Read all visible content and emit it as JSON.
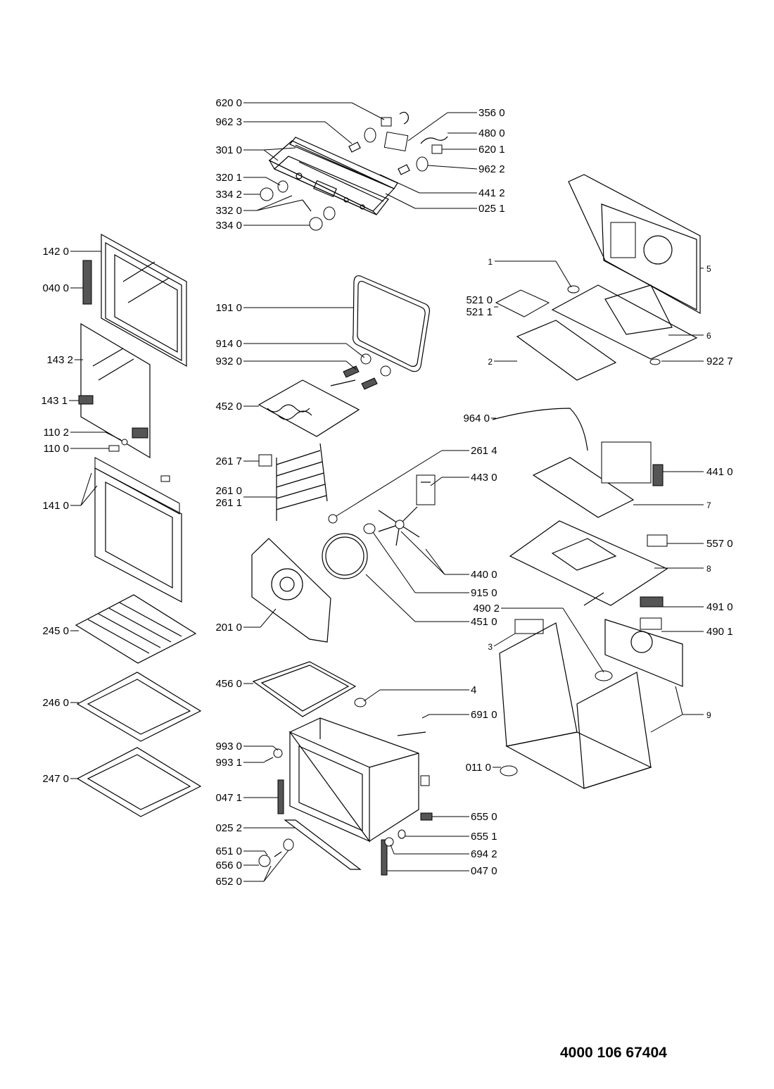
{
  "labels": [
    "620 0",
    "962 3",
    "301 0",
    "320 1",
    "334 2",
    "332 0",
    "334 0",
    "356 0",
    "480 0",
    "620 1",
    "962 2",
    "441 2",
    "025 1",
    "142 0",
    "040 0",
    "143 2",
    "143 1",
    "110 2",
    "110 0",
    "141 0",
    "245 0",
    "246 0",
    "247 0",
    "191 0",
    "914 0",
    "932 0",
    "452 0",
    "261 7",
    "261 0",
    "261 1",
    "261 4",
    "443 0",
    "440 0",
    "915 0",
    "451 0",
    "201 0",
    "456 0",
    "4",
    "691 0",
    "993 0",
    "993 1",
    "047 1",
    "025 2",
    "651 0",
    "656 0",
    "652 0",
    "655 0",
    "655 1",
    "694 2",
    "047 0",
    "1",
    "521 0",
    "521 1",
    "2",
    "5",
    "6",
    "922 7",
    "964 0",
    "441 0",
    "7",
    "557 0",
    "8",
    "490 2",
    "491 0",
    "490 1",
    "3",
    "9",
    "011 0"
  ],
  "document_number": "4000 106 67404"
}
